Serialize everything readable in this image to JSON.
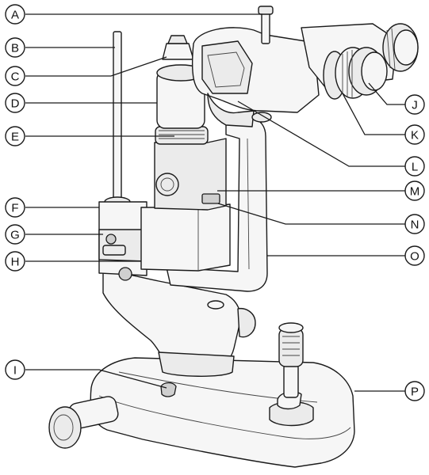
{
  "labels": [
    "A",
    "B",
    "C",
    "D",
    "E",
    "F",
    "G",
    "H",
    "I",
    "J",
    "K",
    "L",
    "M",
    "N",
    "O",
    "P"
  ]
}
